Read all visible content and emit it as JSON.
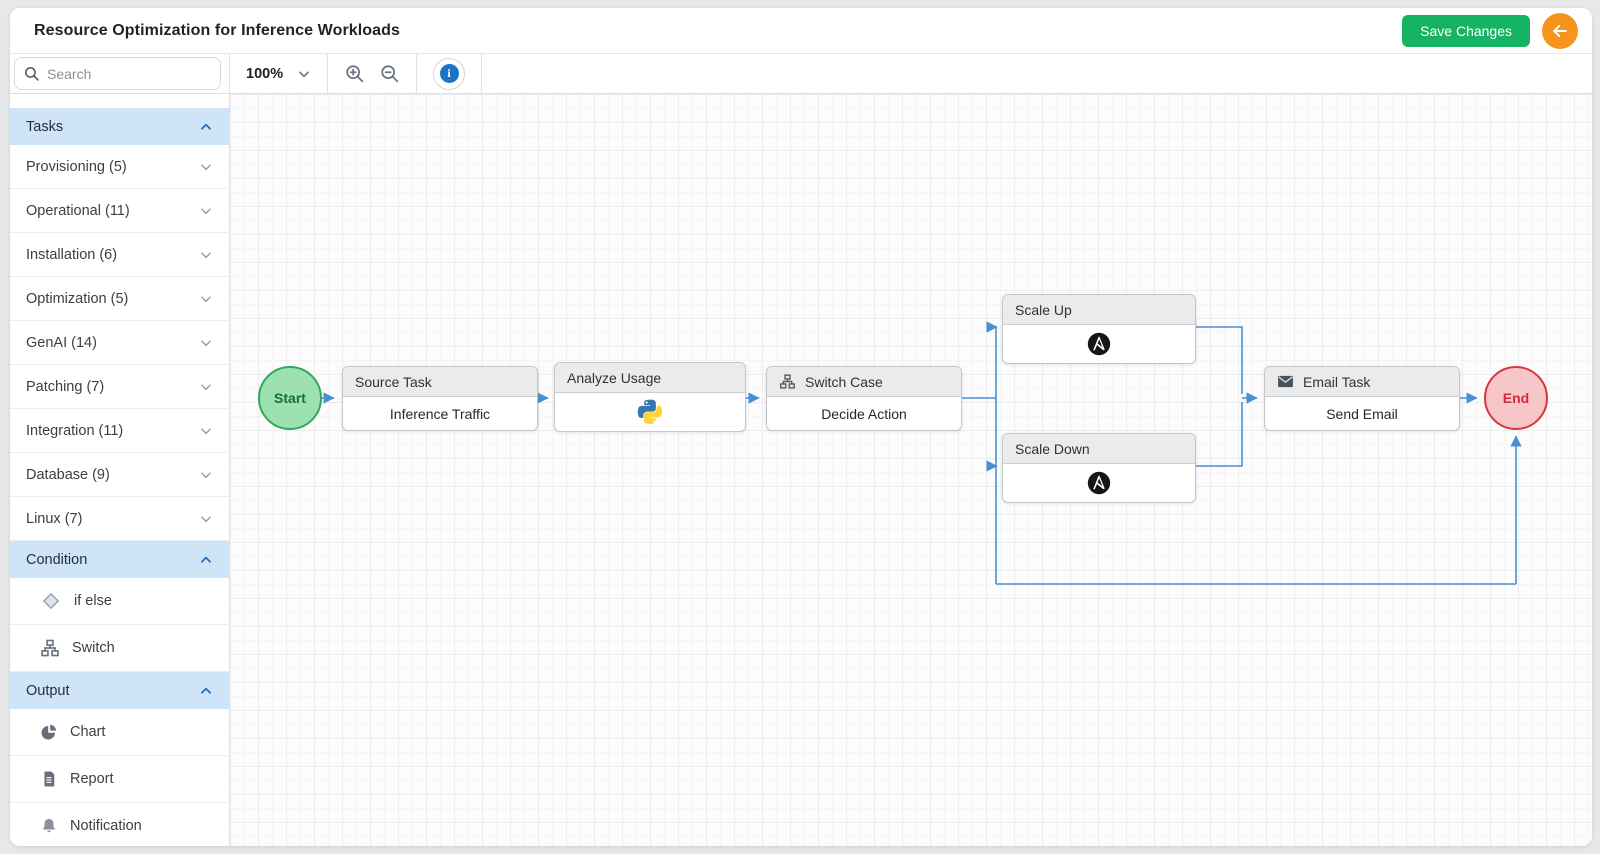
{
  "header": {
    "title": "Resource Optimization for Inference Workloads",
    "save_label": "Save Changes",
    "back_icon": "left-arrow",
    "save_color": "#16b364",
    "back_color": "#f7941e"
  },
  "toolbar": {
    "search_placeholder": "Search",
    "zoom_value": "100%",
    "icons": [
      "zoom-in-icon",
      "zoom-out-icon",
      "info-icon"
    ]
  },
  "sidebar": {
    "sections": [
      {
        "label": "Tasks",
        "expanded": true,
        "items": [
          {
            "label": "Provisioning (5)"
          },
          {
            "label": "Operational (11)"
          },
          {
            "label": "Installation (6)"
          },
          {
            "label": "Optimization (5)"
          },
          {
            "label": "GenAI (14)"
          },
          {
            "label": "Patching (7)"
          },
          {
            "label": "Integration (11)"
          },
          {
            "label": "Database (9)"
          },
          {
            "label": "Linux (7)"
          }
        ]
      },
      {
        "label": "Condition",
        "expanded": true,
        "items": [
          {
            "label": "if else",
            "icon": "diamond-icon"
          },
          {
            "label": "Switch",
            "icon": "sitemap-icon"
          }
        ]
      },
      {
        "label": "Output",
        "expanded": true,
        "items": [
          {
            "label": "Chart",
            "icon": "pie-chart-icon"
          },
          {
            "label": "Report",
            "icon": "report-icon"
          },
          {
            "label": "Notification",
            "icon": "bell-icon"
          }
        ]
      }
    ]
  },
  "canvas": {
    "nodes": [
      {
        "id": "start",
        "type": "terminal",
        "label": "Start"
      },
      {
        "id": "source-task",
        "type": "task",
        "title": "Source Task",
        "body": "Inference Traffic"
      },
      {
        "id": "analyze-usage",
        "type": "task",
        "title": "Analyze Usage",
        "body_icon": "python-icon"
      },
      {
        "id": "switch-case",
        "type": "switch",
        "title": "Switch Case",
        "title_icon": "sitemap-icon",
        "body": "Decide Action"
      },
      {
        "id": "scale-up",
        "type": "task",
        "title": "Scale Up",
        "body_icon": "ansible-icon"
      },
      {
        "id": "scale-down",
        "type": "task",
        "title": "Scale Down",
        "body_icon": "ansible-icon"
      },
      {
        "id": "email-task",
        "type": "task",
        "title": "Email Task",
        "title_icon": "envelope-icon",
        "body": "Send Email"
      },
      {
        "id": "end",
        "type": "terminal",
        "label": "End"
      }
    ],
    "edges": [
      {
        "from": "start",
        "to": "source-task"
      },
      {
        "from": "source-task",
        "to": "analyze-usage"
      },
      {
        "from": "analyze-usage",
        "to": "switch-case"
      },
      {
        "from": "switch-case",
        "to": "scale-up"
      },
      {
        "from": "switch-case",
        "to": "scale-down"
      },
      {
        "from": "switch-case",
        "to": "end",
        "route": "bottom-loop"
      },
      {
        "from": "scale-up",
        "to": "email-task"
      },
      {
        "from": "scale-down",
        "to": "email-task"
      },
      {
        "from": "email-task",
        "to": "end"
      }
    ],
    "edge_color": "#4a8fd3"
  }
}
